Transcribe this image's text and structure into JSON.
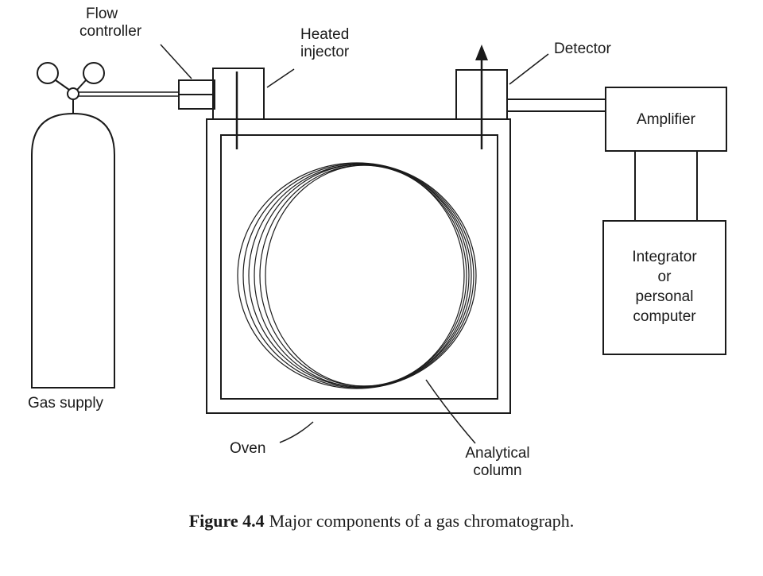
{
  "labels": {
    "flow_controller": [
      "Flow",
      "controller"
    ],
    "heated_injector": [
      "Heated",
      "injector"
    ],
    "detector": "Detector",
    "amplifier": "Amplifier",
    "integrator": [
      "Integrator",
      "or",
      "personal",
      "computer"
    ],
    "gas_supply": "Gas supply",
    "oven": "Oven",
    "analytical_column": [
      "Analytical",
      "column"
    ]
  },
  "caption": {
    "number": "Figure 4.4",
    "text": "Major components of a gas chromatograph."
  }
}
